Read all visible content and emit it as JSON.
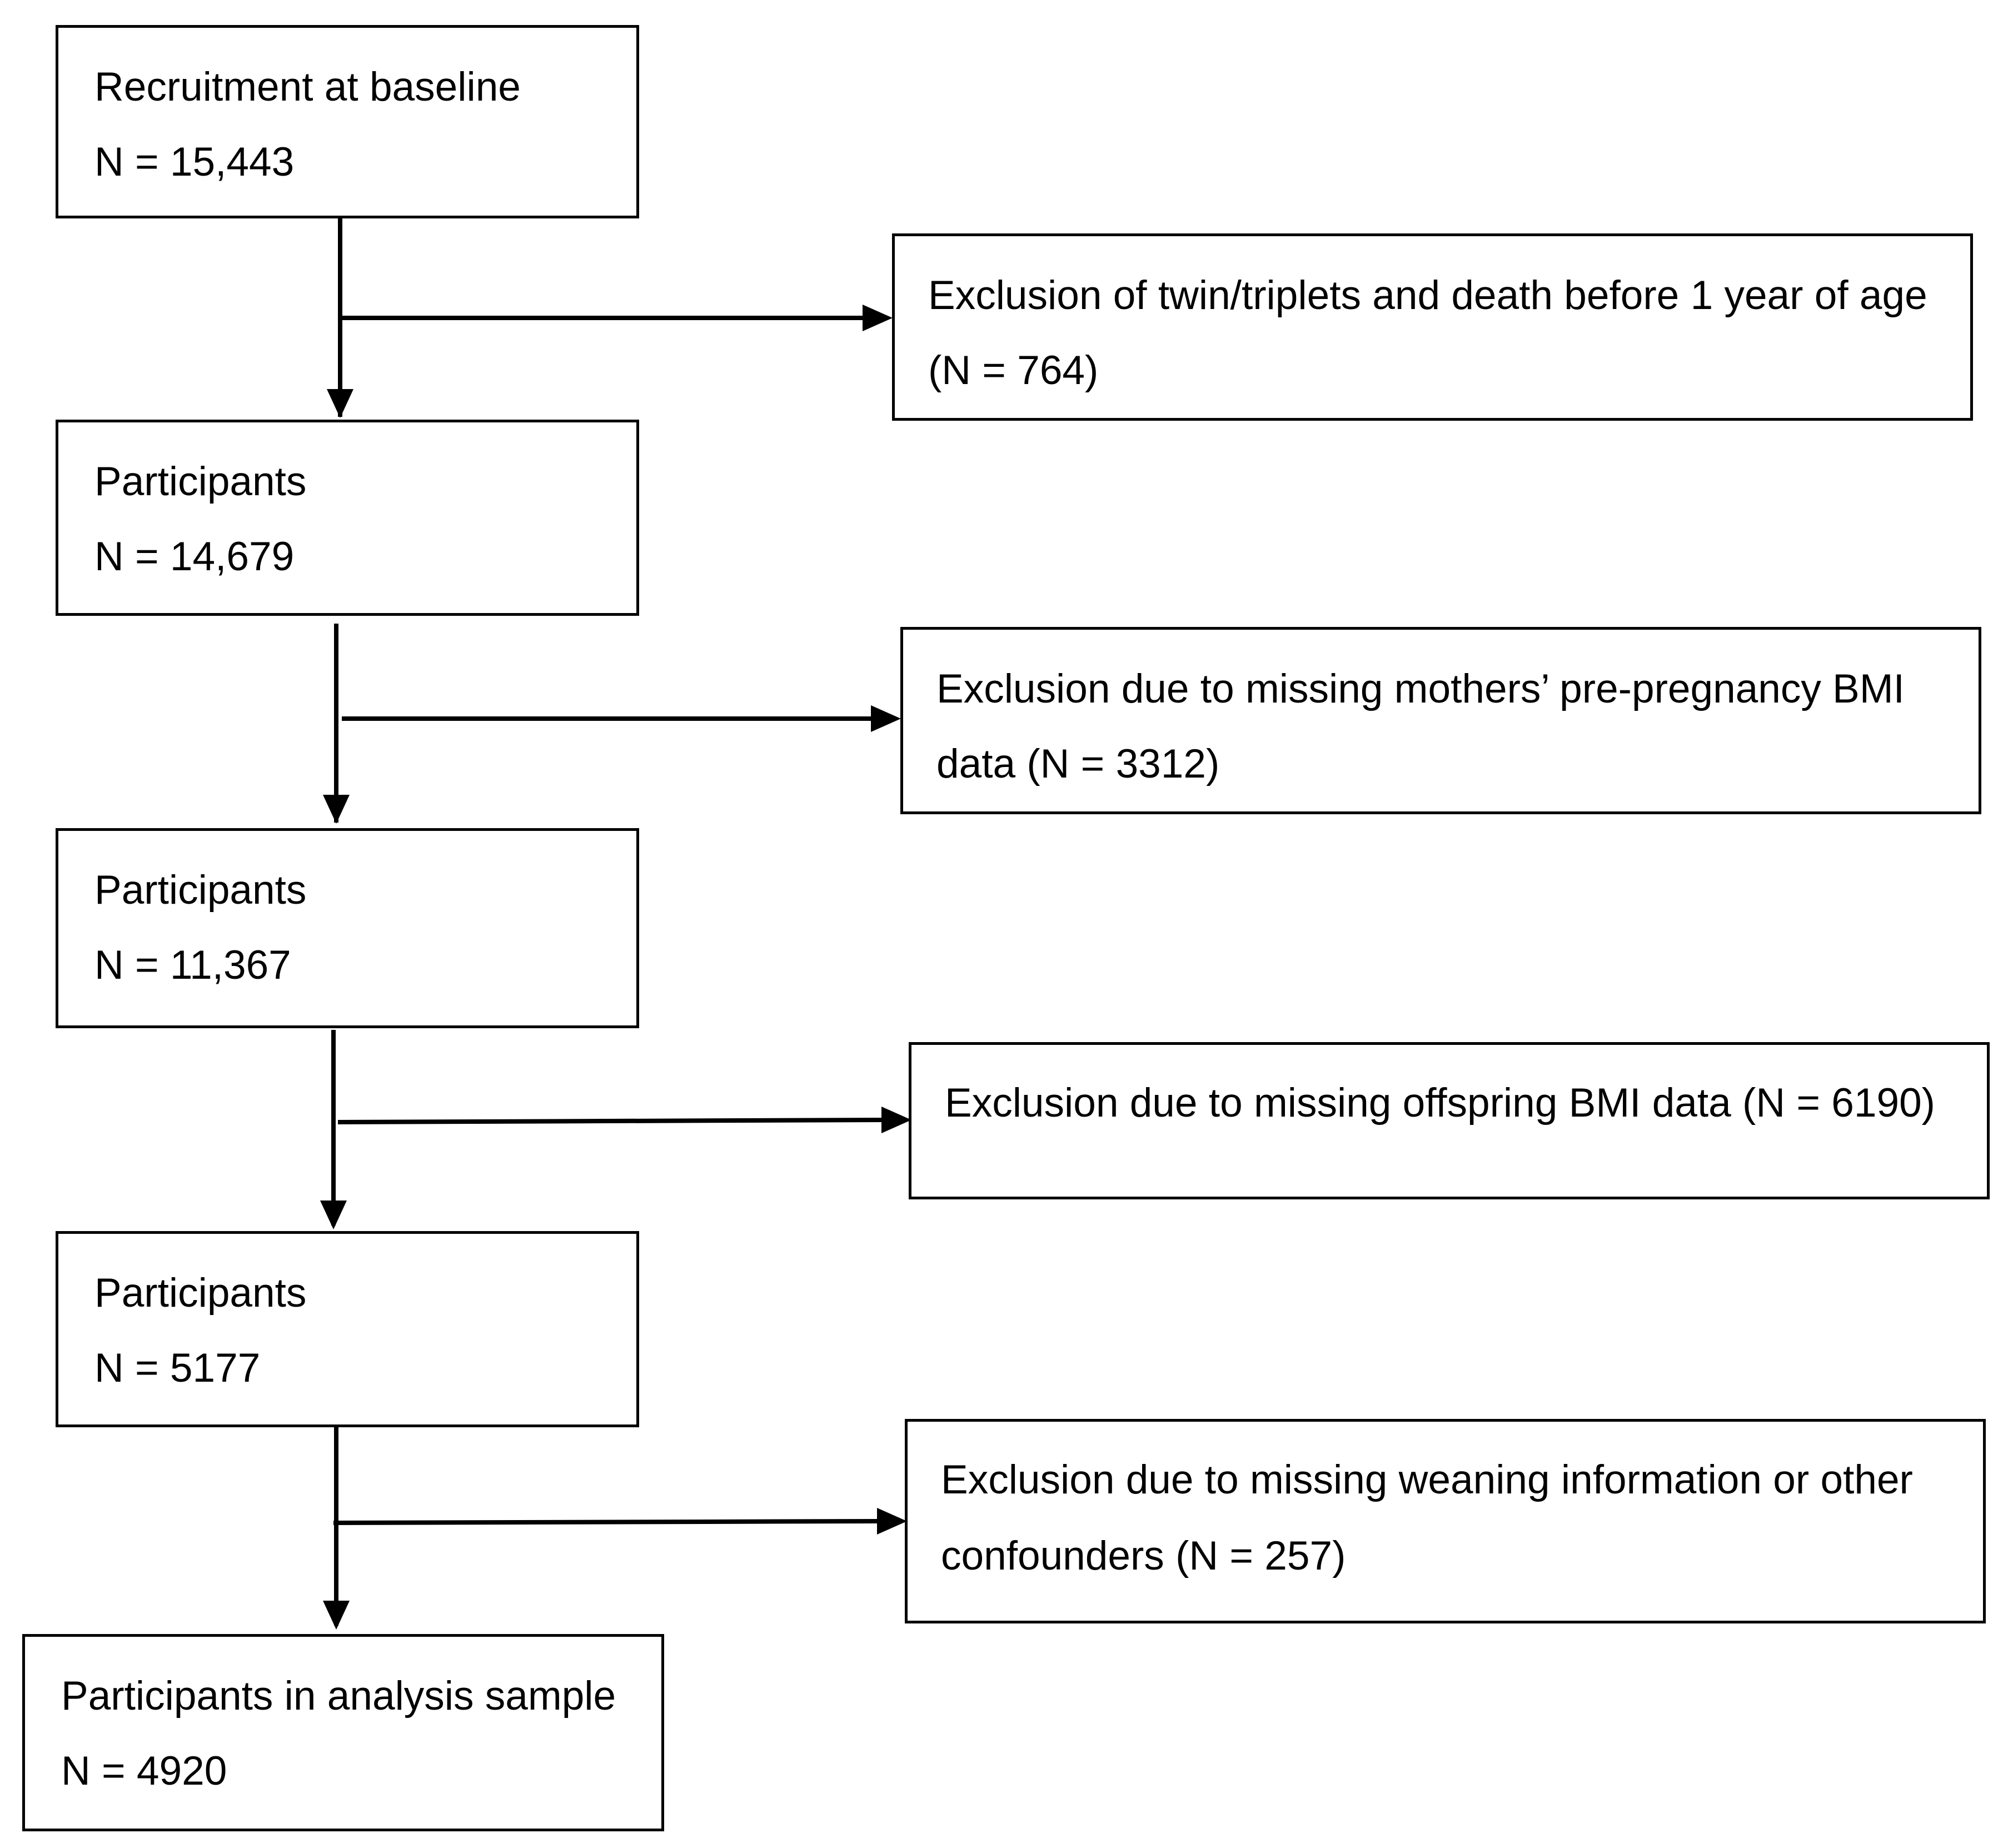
{
  "flow": {
    "steps": [
      {
        "label": "Recruitment at baseline",
        "count": "N = 15,443"
      },
      {
        "label": "Participants",
        "count": "N = 14,679"
      },
      {
        "label": "Participants",
        "count": "N = 11,367"
      },
      {
        "label": "Participants",
        "count": "N = 5177"
      },
      {
        "label": "Participants in analysis sample",
        "count": "N = 4920"
      }
    ],
    "exclusions": [
      {
        "line1": "Exclusion of twin/triplets and death before 1 year of age",
        "line2": "(N = 764)"
      },
      {
        "line1": "Exclusion due to missing mothers’ pre-pregnancy BMI",
        "line2": "data (N = 3312)"
      },
      {
        "line1": "Exclusion due to missing offspring BMI data (N = 6190)",
        "line2": ""
      },
      {
        "line1": "Exclusion due to missing weaning information or other",
        "line2": "confounders (N = 257)"
      }
    ]
  }
}
